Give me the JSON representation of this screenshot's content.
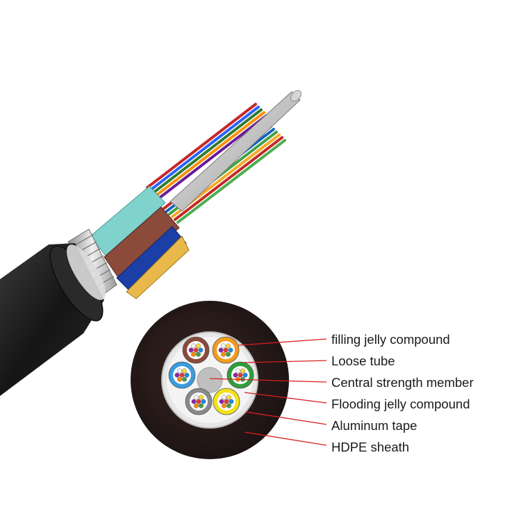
{
  "callouts": [
    {
      "label": "filling jelly compound"
    },
    {
      "label": "Loose tube"
    },
    {
      "label": "Central strength member"
    },
    {
      "label": "Flooding jelly compound"
    },
    {
      "label": "Aluminum tape"
    },
    {
      "label": "HDPE sheath"
    }
  ],
  "colors": {
    "leader_line": "#d81e1e",
    "sheath": "#1e1e1e",
    "tube_orange": "#f39c1f",
    "tube_green": "#2e9e3c",
    "tube_yellow": "#f2e21b",
    "tube_gray": "#8a8a8a",
    "tube_blue": "#3a9be0",
    "tube_brown": "#8b4a3a"
  },
  "icons": [
    "cable-perspective-illustration",
    "cable-cross-section-illustration"
  ]
}
